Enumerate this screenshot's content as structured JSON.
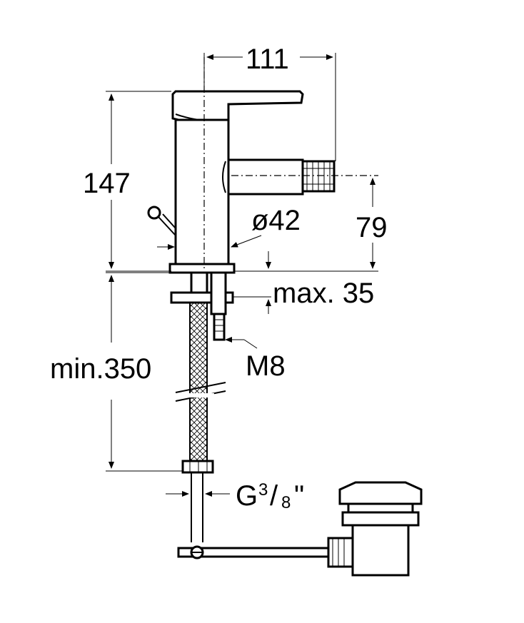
{
  "dimensions": {
    "width_111": "111",
    "height_147": "147",
    "spout_79": "79",
    "diameter_42": "ø42",
    "max_35": "max. 35",
    "thread_m8": "M8",
    "hose_min_350": "min.350",
    "connection_g": "G",
    "connection_frac_num": "3",
    "connection_frac_sep": "/",
    "connection_frac_den": "8",
    "connection_inch": "\""
  }
}
